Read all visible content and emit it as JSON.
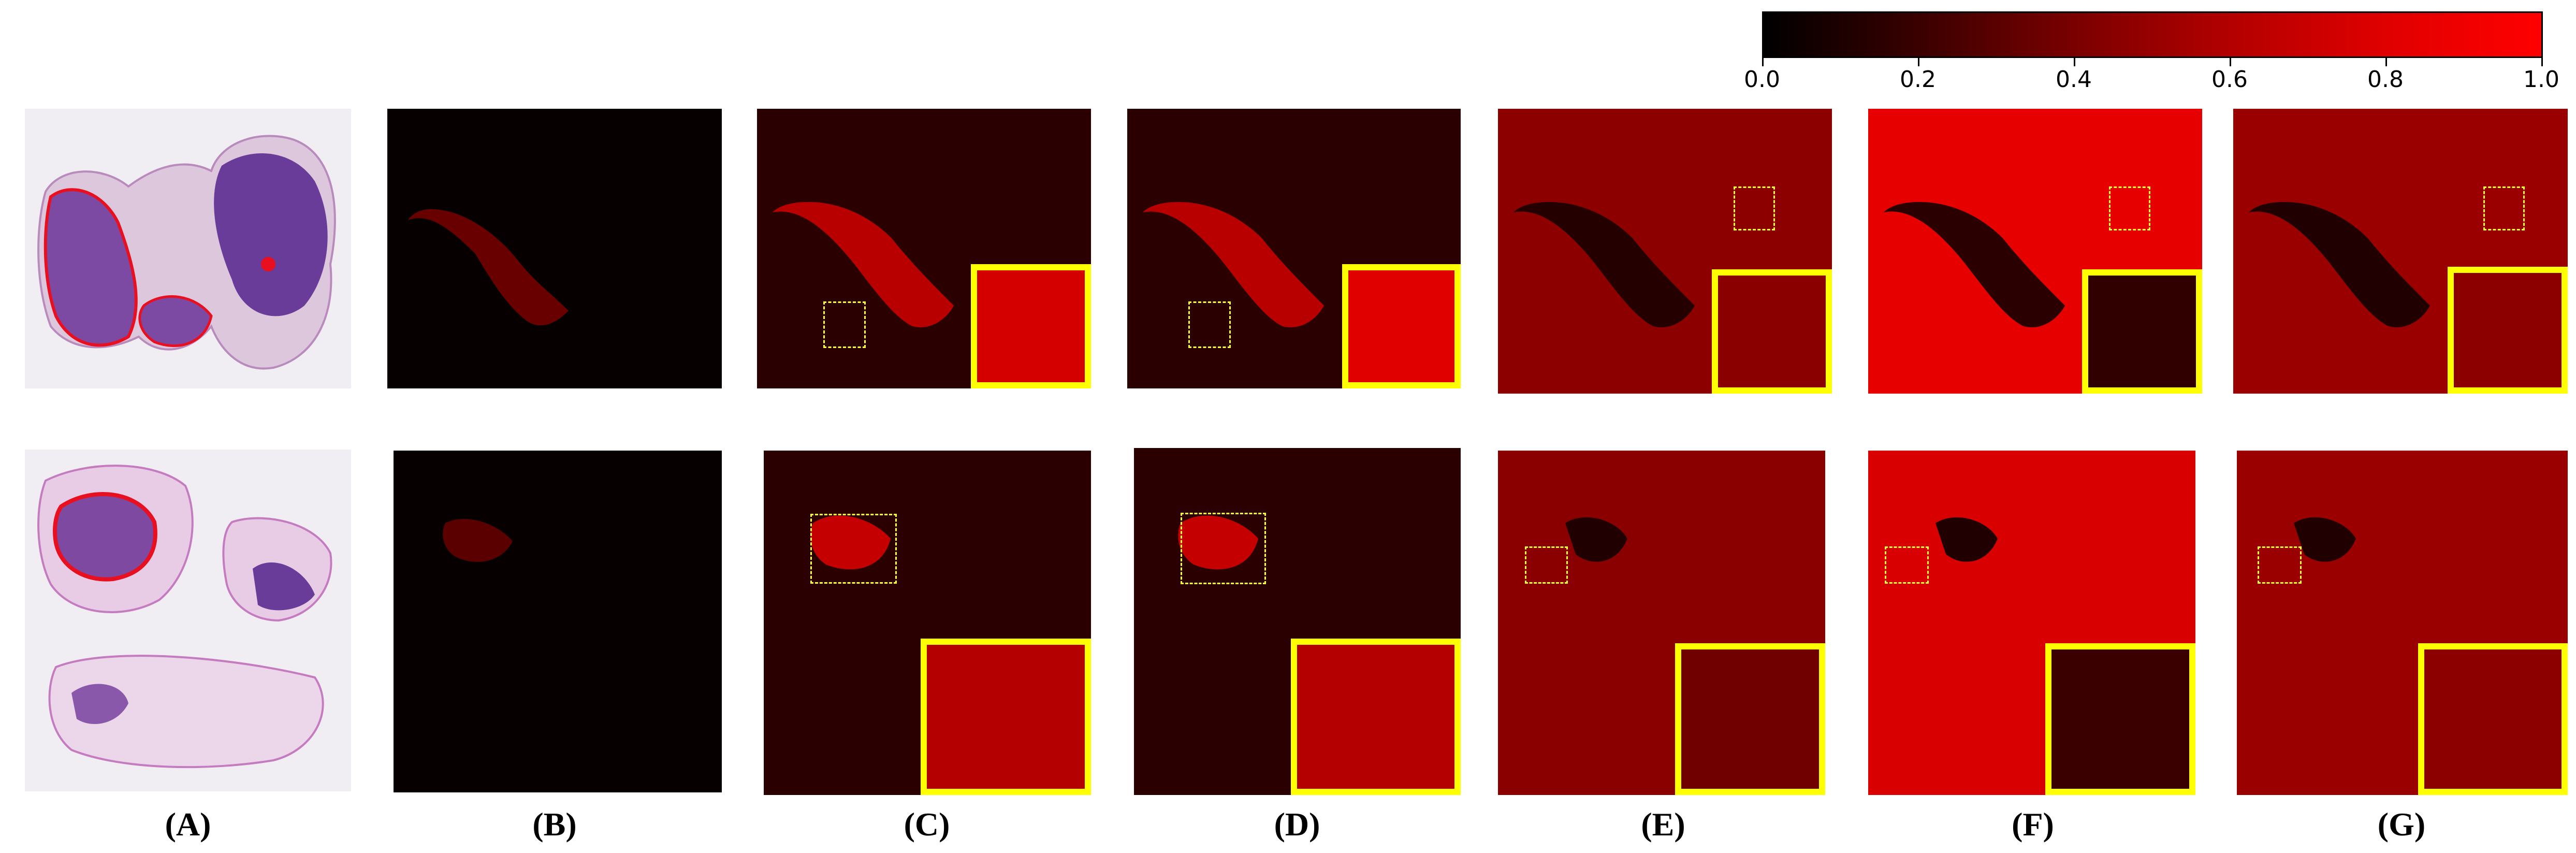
{
  "colorbar": {
    "ticks": [
      "0.0",
      "0.2",
      "0.4",
      "0.6",
      "0.8",
      "1.0"
    ],
    "colors": [
      "#000000",
      "#ff0000"
    ]
  },
  "columns": [
    "(A)",
    "(B)",
    "(C)",
    "(D)",
    "(E)",
    "(F)",
    "(G)"
  ],
  "panel_descriptions": {
    "A": "H&E whole slide with red tumor annotation",
    "B": "near-black heatmap with sparse red tumor region",
    "C": "dark-red heatmap with highlighted tumor and zoom inset",
    "D": "dark-red heatmap with highlighted tumor and zoom inset",
    "E": "red heatmap with dark tumor region and zoom inset",
    "F": "bright-red heatmap with dark tumor region and zoom inset",
    "G": "red heatmap with dark tumor region and zoom inset"
  }
}
